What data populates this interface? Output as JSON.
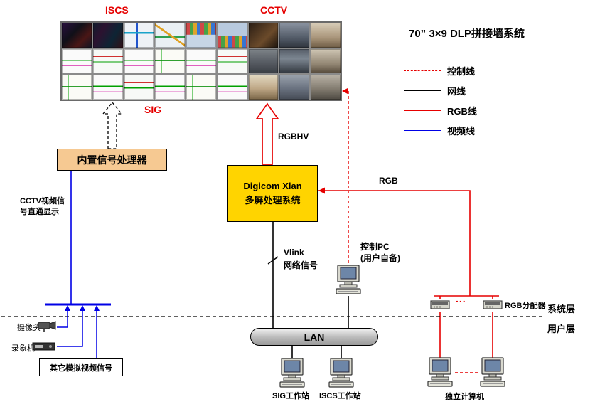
{
  "title": "70” 3×9 DLP拼接墙系统",
  "wall": {
    "iscs_label": "ISCS",
    "cctv_label": "CCTV",
    "sig_label": "SIG",
    "cells": [
      "dark1",
      "dark2",
      "map1",
      "map2",
      "grid1",
      "grid2",
      "cctv1",
      "cctv2",
      "cctv3",
      "schem1",
      "schem2",
      "schem1",
      "schem3",
      "schem1",
      "schem2",
      "cctv4",
      "cctv5",
      "cctv6",
      "schem3",
      "schem1",
      "schem2",
      "schem1",
      "schem3",
      "schem1",
      "cctv7",
      "cctv8",
      "cctv9"
    ]
  },
  "legend": {
    "items": [
      {
        "label": "控制线"
      },
      {
        "label": "网线"
      },
      {
        "label": "RGB线"
      },
      {
        "label": "视频线"
      }
    ]
  },
  "nodes": {
    "signal_processor": "内置信号处理器",
    "digicom_line1": "Digicom Xlan",
    "digicom_line2": "多屏处理系统",
    "control_pc_line1": "控制PC",
    "control_pc_line2": "(用户自备)",
    "lan": "LAN",
    "sig_workstation": "SIG工作站",
    "iscs_workstation": "ISCS工作站",
    "standalone_pcs": "独立计算机",
    "rgb_distributor": "RGB分配器",
    "ellipsis": "...",
    "camera": "摄像头",
    "recorder": "录象机",
    "other_signals": "其它模拟视频信号"
  },
  "edges": {
    "rgbhv": "RGBHV",
    "vlink_line1": "Vlink",
    "vlink_line2": "网络信号",
    "rgb": "RGB",
    "cctv_direct_line1": "CCTV视频信",
    "cctv_direct_line2": "号直通显示"
  },
  "layers": {
    "system": "系统层",
    "user": "用户层"
  },
  "colors": {
    "accent_red": "#e60000",
    "line_blue": "#0000e6",
    "processor_bg": "#f6c992",
    "digicom_bg": "#ffd400"
  }
}
